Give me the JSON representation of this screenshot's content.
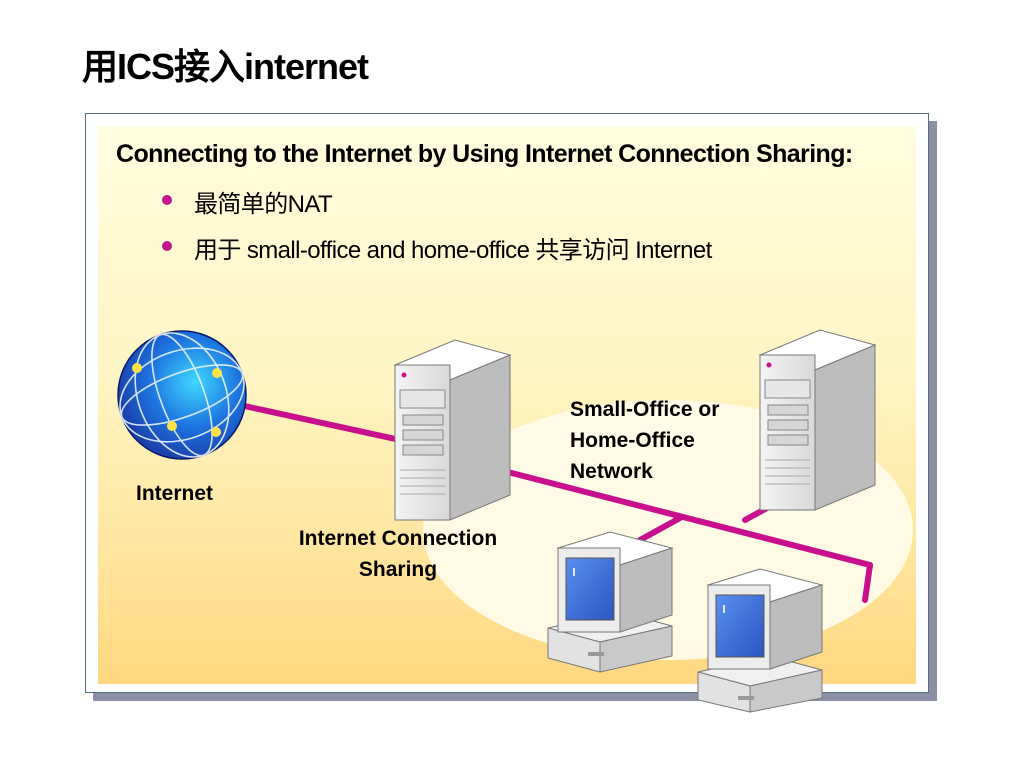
{
  "slide": {
    "title": "用ICS接入internet"
  },
  "content": {
    "heading": "Connecting to the Internet by Using Internet Connection Sharing:",
    "bullets": [
      "最简单的NAT",
      "用于 small-office and home-office 共享访问 Internet"
    ]
  },
  "diagram": {
    "internet_label": "Internet",
    "ics_label_line1": "Internet Connection",
    "ics_label_line2": "Sharing",
    "network_label_line1": "Small-Office or",
    "network_label_line2": "Home-Office",
    "network_label_line3": "Network",
    "colors": {
      "link": "#c8108c",
      "globe": "#1a56c8",
      "server": "#e8e8e8",
      "screen": "#3f6fd8",
      "network_area": "#fffbe6"
    }
  }
}
